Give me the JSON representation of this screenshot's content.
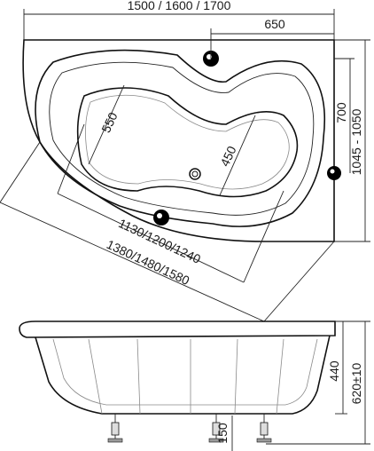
{
  "top_view": {
    "overall_length": "1500 / 1600 / 1700",
    "corner_offset": "650",
    "inner_height": "700",
    "overall_depth": "1045 - 1050",
    "bottom_width": "550",
    "seat_width": "450",
    "inner_length": "1130/1200/1240",
    "diagonal_length": "1380/1480/1580"
  },
  "side_view": {
    "basin_depth": "440",
    "total_height": "620±10",
    "leg_height": "150"
  }
}
